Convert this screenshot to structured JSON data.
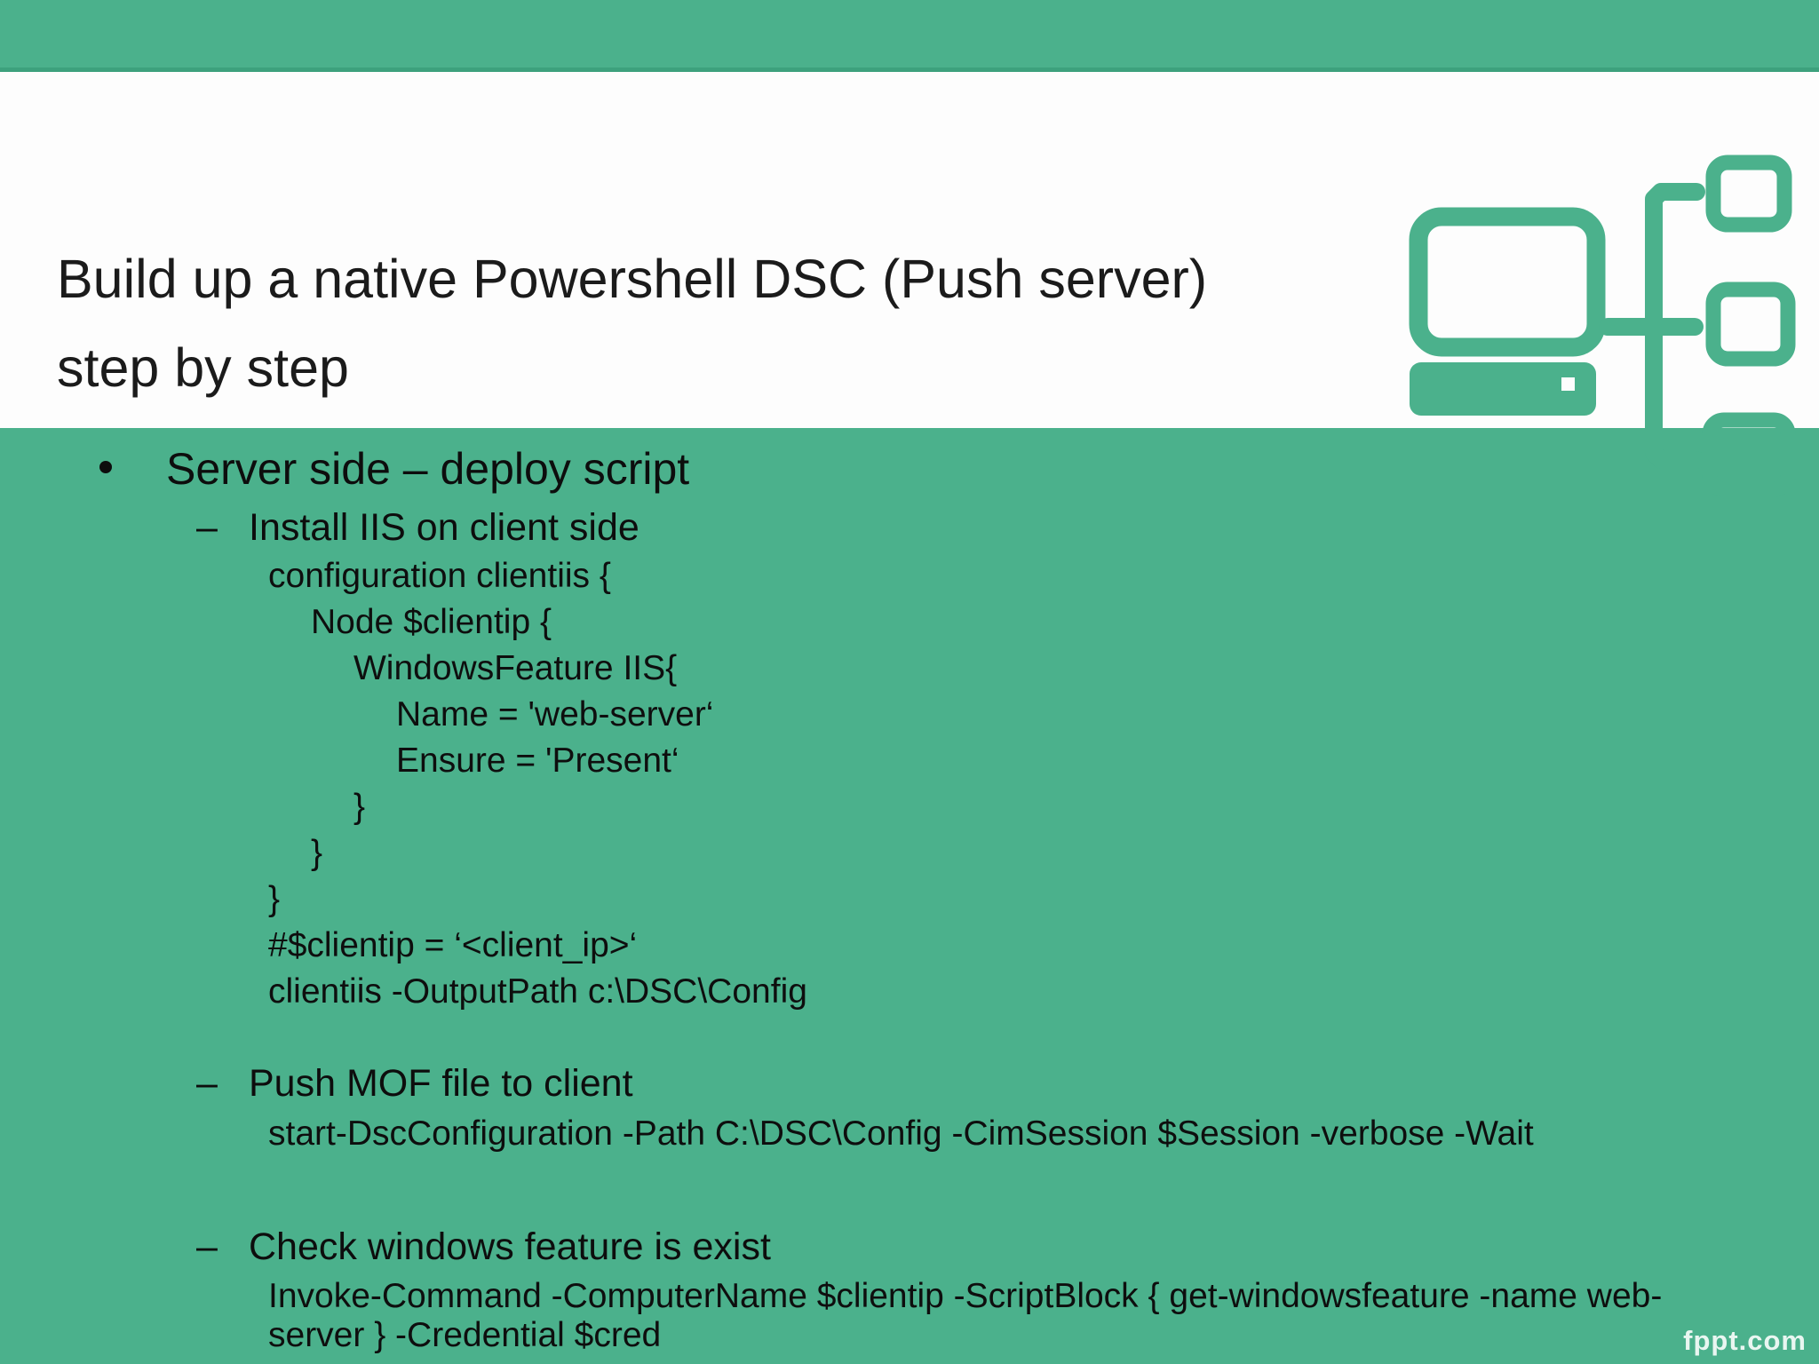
{
  "slide": {
    "title_line1": "Build up a native Powershell DSC (Push server)",
    "title_line2": "step by step",
    "watermark": "fppt.com",
    "colors": {
      "accent_green": "#4bb18c",
      "topbar_edge_green": "#3da17d",
      "title_band": "#fdfdfd",
      "text": "#0d0d0d",
      "watermark_text": "#e9f4ef"
    }
  },
  "markers": {
    "bullet": "•",
    "dash": "–"
  },
  "body": {
    "bullet1": "Server side – deploy script",
    "sections": [
      {
        "heading": "Install IIS on client side",
        "code": [
          "configuration clientiis {",
          "Node $clientip {",
          "WindowsFeature IIS{",
          "Name = 'web-server‘",
          "Ensure = 'Present‘",
          "}",
          "}",
          "}",
          "#$clientip = ‘<client_ip>‘",
          "clientiis -OutputPath c:\\DSC\\Config"
        ]
      },
      {
        "heading": "Push MOF file to client",
        "code": [
          "start-DscConfiguration -Path C:\\DSC\\Config -CimSession $Session -verbose -Wait"
        ]
      },
      {
        "heading": "Check windows feature is exist",
        "code": [
          "Invoke-Command -ComputerName $clientip -ScriptBlock { get-windowsfeature -name web-server } -Credential $cred"
        ]
      }
    ]
  }
}
